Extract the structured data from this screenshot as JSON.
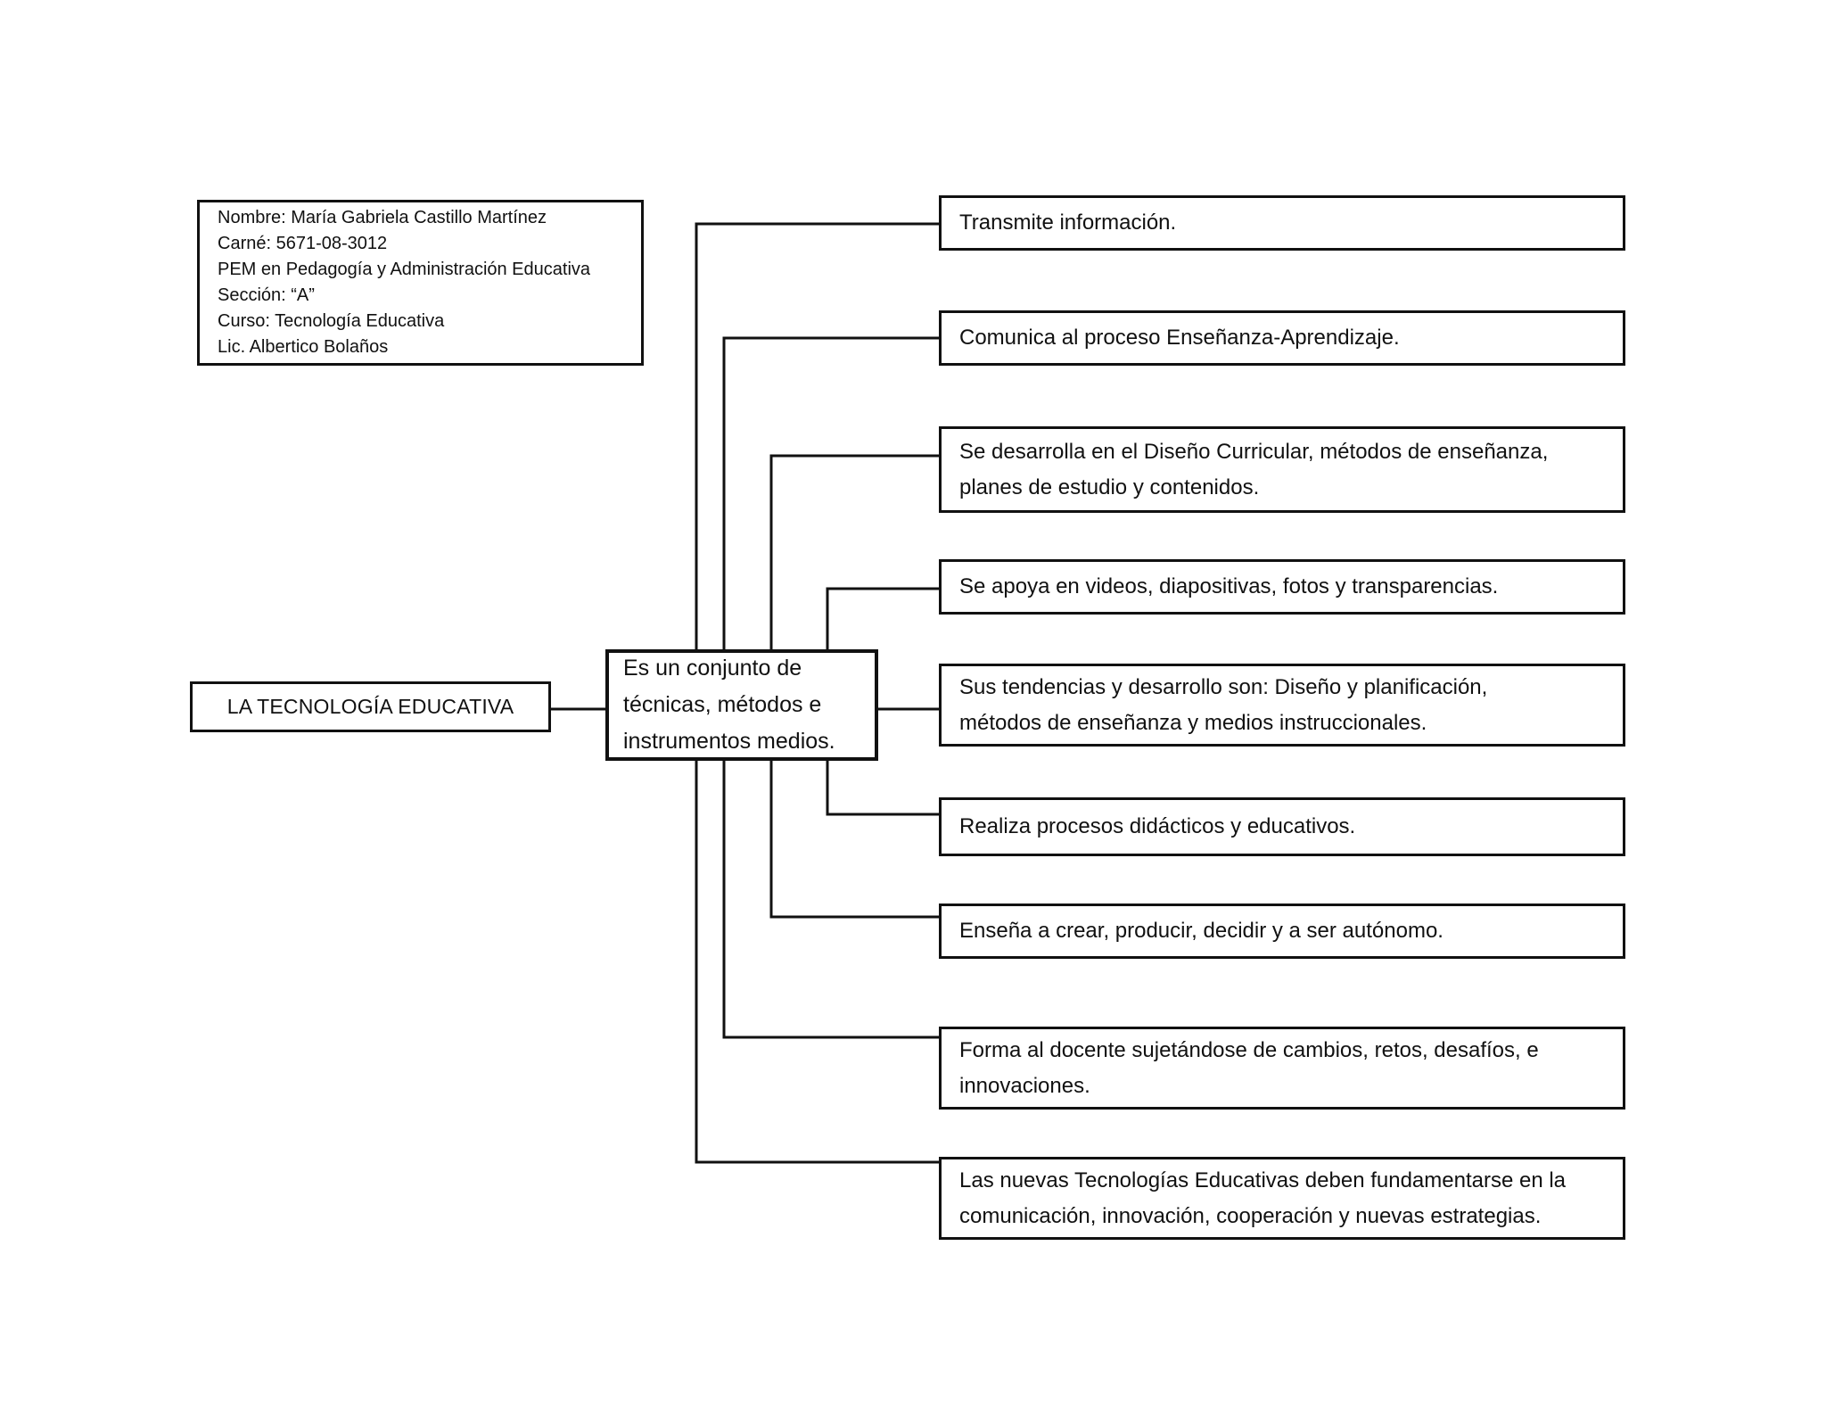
{
  "meta": {
    "background_color": "#ffffff",
    "line_color": "#111111",
    "diagram_type": "concept-map"
  },
  "student_info": {
    "lines": [
      "Nombre: María Gabriela Castillo Martínez",
      "Carné: 5671-08-3012",
      "PEM en Pedagogía y Administración Educativa",
      "Sección: “A”",
      "Curso: Tecnología Educativa",
      "Lic. Albertico Bolaños"
    ]
  },
  "root": {
    "label": "LA TECNOLOGÍA EDUCATIVA"
  },
  "definition": {
    "text": "Es un conjunto de\ntécnicas, métodos e\ninstrumentos medios."
  },
  "branches": [
    {
      "text": "Transmite información."
    },
    {
      "text": "Comunica al proceso Enseñanza-Aprendizaje."
    },
    {
      "text": "Se desarrolla en el Diseño Curricular, métodos de enseñanza,\nplanes de estudio y contenidos."
    },
    {
      "text": "Se apoya en videos, diapositivas, fotos y transparencias."
    },
    {
      "text": "Sus tendencias y desarrollo son: Diseño y planificación,\nmétodos de enseñanza y medios instruccionales."
    },
    {
      "text": "Realiza procesos didácticos y educativos."
    },
    {
      "text": "Enseña a crear, producir, decidir y a ser autónomo."
    },
    {
      "text": "Forma al docente sujetándose de cambios, retos, desafíos, e\ninnovaciones."
    },
    {
      "text": "Las nuevas Tecnologías Educativas deben fundamentarse en la\ncomunicación, innovación, cooperación y nuevas estrategias."
    }
  ]
}
